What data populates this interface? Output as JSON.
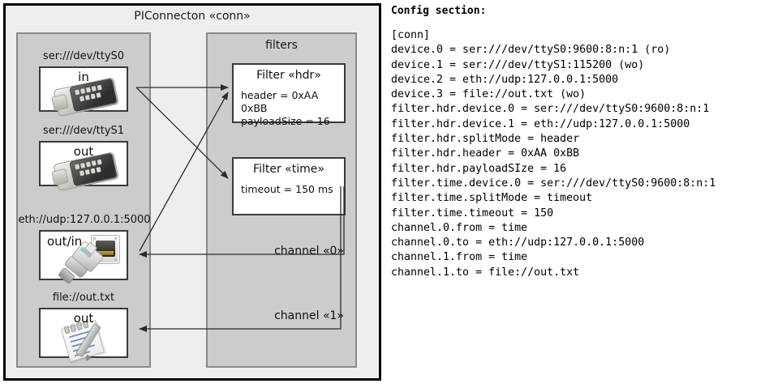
{
  "diagram": {
    "title": "PIConnecton «conn»",
    "devices_panel": {
      "items": [
        {
          "label": "ser:///dev/ttyS0",
          "direction": "in",
          "icon": "serial-db9-icon"
        },
        {
          "label": "ser:///dev/ttyS1",
          "direction": "out",
          "icon": "serial-db9-icon"
        },
        {
          "label": "eth://udp:127.0.0.1:5000",
          "direction": "out/in",
          "icon": "ethernet-jack-icon"
        },
        {
          "label": "file://out.txt",
          "direction": "out",
          "icon": "notepad-icon"
        }
      ]
    },
    "filters_panel": {
      "title": "filters",
      "filters": [
        {
          "title": "Filter «hdr»",
          "props": [
            "header = 0xAA 0xBB",
            "payloadSize = 16"
          ]
        },
        {
          "title": "Filter «time»",
          "props": [
            "timeout = 150 ms"
          ]
        }
      ],
      "channels": [
        {
          "label": "channel «0»"
        },
        {
          "label": "channel «1»"
        }
      ]
    }
  },
  "config": {
    "heading": "Config section:",
    "text": "[conn]\ndevice.0 = ser:///dev/ttyS0:9600:8:n:1 (ro)\ndevice.1 = ser:///dev/ttyS1:115200 (wo)\ndevice.2 = eth://udp:127.0.0.1:5000\ndevice.3 = file://out.txt (wo)\nfilter.hdr.device.0 = ser:///dev/ttyS0:9600:8:n:1\nfilter.hdr.device.1 = eth://udp:127.0.0.1:5000\nfilter.hdr.splitMode = header\nfilter.hdr.header = 0xAA 0xBB\nfilter.hdr.payloadSIze = 16\nfilter.time.device.0 = ser:///dev/ttyS0:9600:8:n:1\nfilter.time.splitMode = timeout\nfilter.time.timeout = 150\nchannel.0.from = time\nchannel.0.to = eth://udp:127.0.0.1:5000\nchannel.1.from = time\nchannel.1.to = file://out.txt"
  },
  "colors": {
    "frame": "#000000",
    "panel_fill": "#cccccc",
    "panel_border": "#8a8a8a",
    "canvas": "#eeeeee",
    "box_border": "#3a3a3a",
    "wire": "#333333"
  }
}
